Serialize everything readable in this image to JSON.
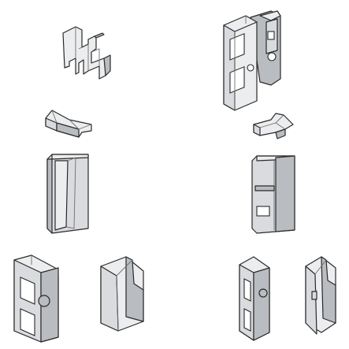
{
  "figure": {
    "background": "#ffffff",
    "part_fill": "#d9dbde",
    "part_outline": "#2a2a2a",
    "parts": [
      {
        "id": "bracket-small",
        "icon": "bent-sheet-bracket"
      },
      {
        "id": "holder-assembly",
        "icon": "double-slot-holder"
      },
      {
        "id": "wedge-left",
        "icon": "wedge-clip"
      },
      {
        "id": "wedge-right",
        "icon": "wedge-clip"
      },
      {
        "id": "block-left",
        "icon": "rectangular-block"
      },
      {
        "id": "block-right",
        "icon": "rectangular-block-with-label"
      },
      {
        "id": "holder-left-bottom",
        "icon": "slotted-holder"
      },
      {
        "id": "cover-left-bottom",
        "icon": "angled-cover"
      },
      {
        "id": "holder-right-bottom",
        "icon": "slotted-holder-narrow"
      },
      {
        "id": "cover-right-bottom",
        "icon": "angled-cover-narrow"
      }
    ]
  }
}
